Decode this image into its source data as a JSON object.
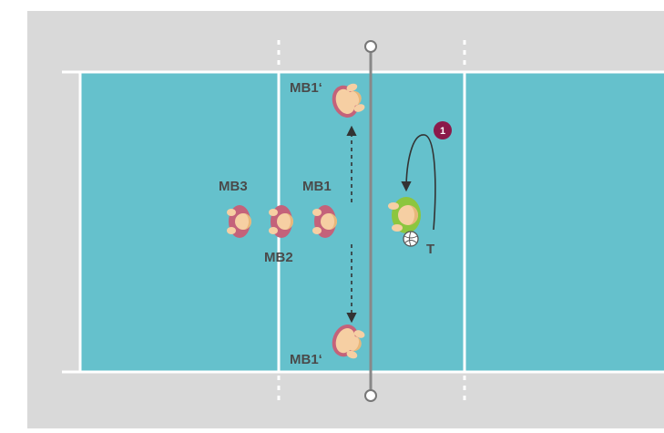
{
  "colors": {
    "surround": "#d9d9d9",
    "court": "#65c1cc",
    "lines": "#ffffff",
    "net": "#888888",
    "arrows": "#333333",
    "marker": "#8b1a4a",
    "defender_shirt": "#c4627a",
    "setter_shirt": "#8cc63f",
    "skin": "#f6cfa3",
    "hair": "#e8b77a"
  },
  "players": {
    "mb1_front": {
      "label": "MB1",
      "role": "blocker",
      "facing": "net"
    },
    "mb2": {
      "label": "MB2",
      "role": "blocker",
      "facing": "net"
    },
    "mb3": {
      "label": "MB3",
      "role": "blocker",
      "facing": "net"
    },
    "mb1_top": {
      "label": "MB1‘",
      "role": "blocker-alternate",
      "facing": "net"
    },
    "mb1_bottom": {
      "label": "MB1‘",
      "role": "blocker-alternate",
      "facing": "net"
    },
    "setter": {
      "label": "T",
      "role": "tosser",
      "facing": "net",
      "has_ball": true
    }
  },
  "marker": {
    "number": "1"
  },
  "movement": {
    "mb1_range": "dashed vertical movement along the net (both directions)",
    "setter_path": "curved run ending at setting position"
  }
}
